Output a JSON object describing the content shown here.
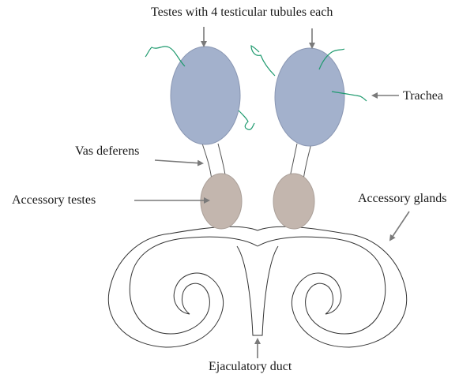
{
  "labels": {
    "testes": "Testes with 4 testicular tubules each",
    "trachea": "Trachea",
    "vas_deferens": "Vas deferens",
    "accessory_testes": "Accessory testes",
    "accessory_glands": "Accessory glands",
    "ejaculatory_duct": "Ejaculatory duct"
  },
  "colors": {
    "testis_fill": "#a3b1cc",
    "accessory_testis_fill": "#c3b6ae",
    "trachea_stroke": "#1e9a6e",
    "arrow": "#7a7a7a",
    "outline": "#333333"
  }
}
